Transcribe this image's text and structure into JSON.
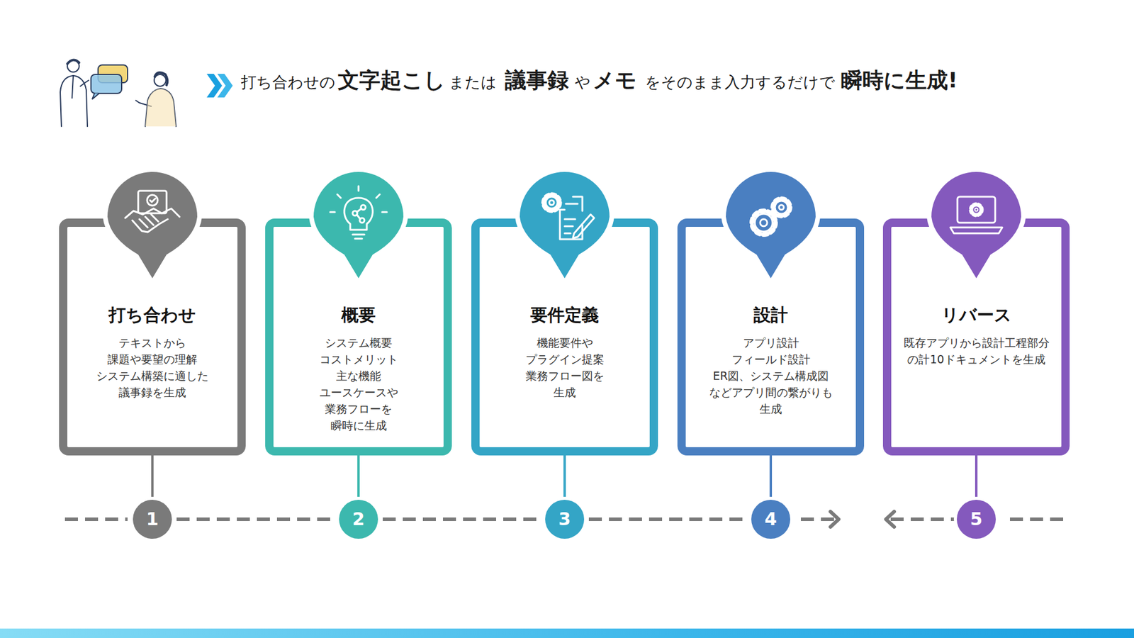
{
  "diagram": {
    "nodes": [
      {
        "text": [
          "打ち合わせ",
          "テキストから 課題や要望の理解 システム構築に適した 議事録を生成"
        ]
      },
      {
        "text": [
          "概要",
          "システム概要 コストメリット 主な機能 ユースケースや 業務フローを 瞬時に生成"
        ]
      },
      {
        "text": [
          "要件定義",
          "機能要件や プラグイン提案 業務フロー図を 生成"
        ]
      },
      {
        "text": [
          "設計",
          "アプリ設計 フィールド設計 ER図、システム構成図 などアプリ間の繋がりも 生成"
        ]
      },
      {
        "text": [
          "リバース",
          "既存アプリから設計工程部分 の計10ドキュメントを生成"
        ]
      },
      {
        "text": [
          "1"
        ]
      },
      {
        "text": [
          "2"
        ]
      },
      {
        "text": [
          "3"
        ]
      },
      {
        "text": [
          "4"
        ]
      },
      {
        "text": [
          "5"
        ]
      }
    ],
    "edges": [
      {
        "from": 0,
        "to": 5,
        "arrow": "none"
      },
      {
        "from": 1,
        "to": 6,
        "arrow": "none"
      },
      {
        "from": 2,
        "to": 7,
        "arrow": "none"
      },
      {
        "from": 3,
        "to": 8,
        "arrow": "none"
      },
      {
        "from": 4,
        "to": 9,
        "arrow": "none"
      },
      {
        "from": 5,
        "to": 6,
        "arrow": "none"
      },
      {
        "from": 6,
        "to": 7,
        "arrow": "none"
      },
      {
        "from": 7,
        "to": 8,
        "arrow": "none"
      }
    ],
    "labels": [
      "打ち合わせの",
      "文字起こし",
      "または",
      "議事録",
      "や",
      "メモ",
      "をそのまま入力するだけで",
      "瞬時に生成!"
    ]
  }
}
